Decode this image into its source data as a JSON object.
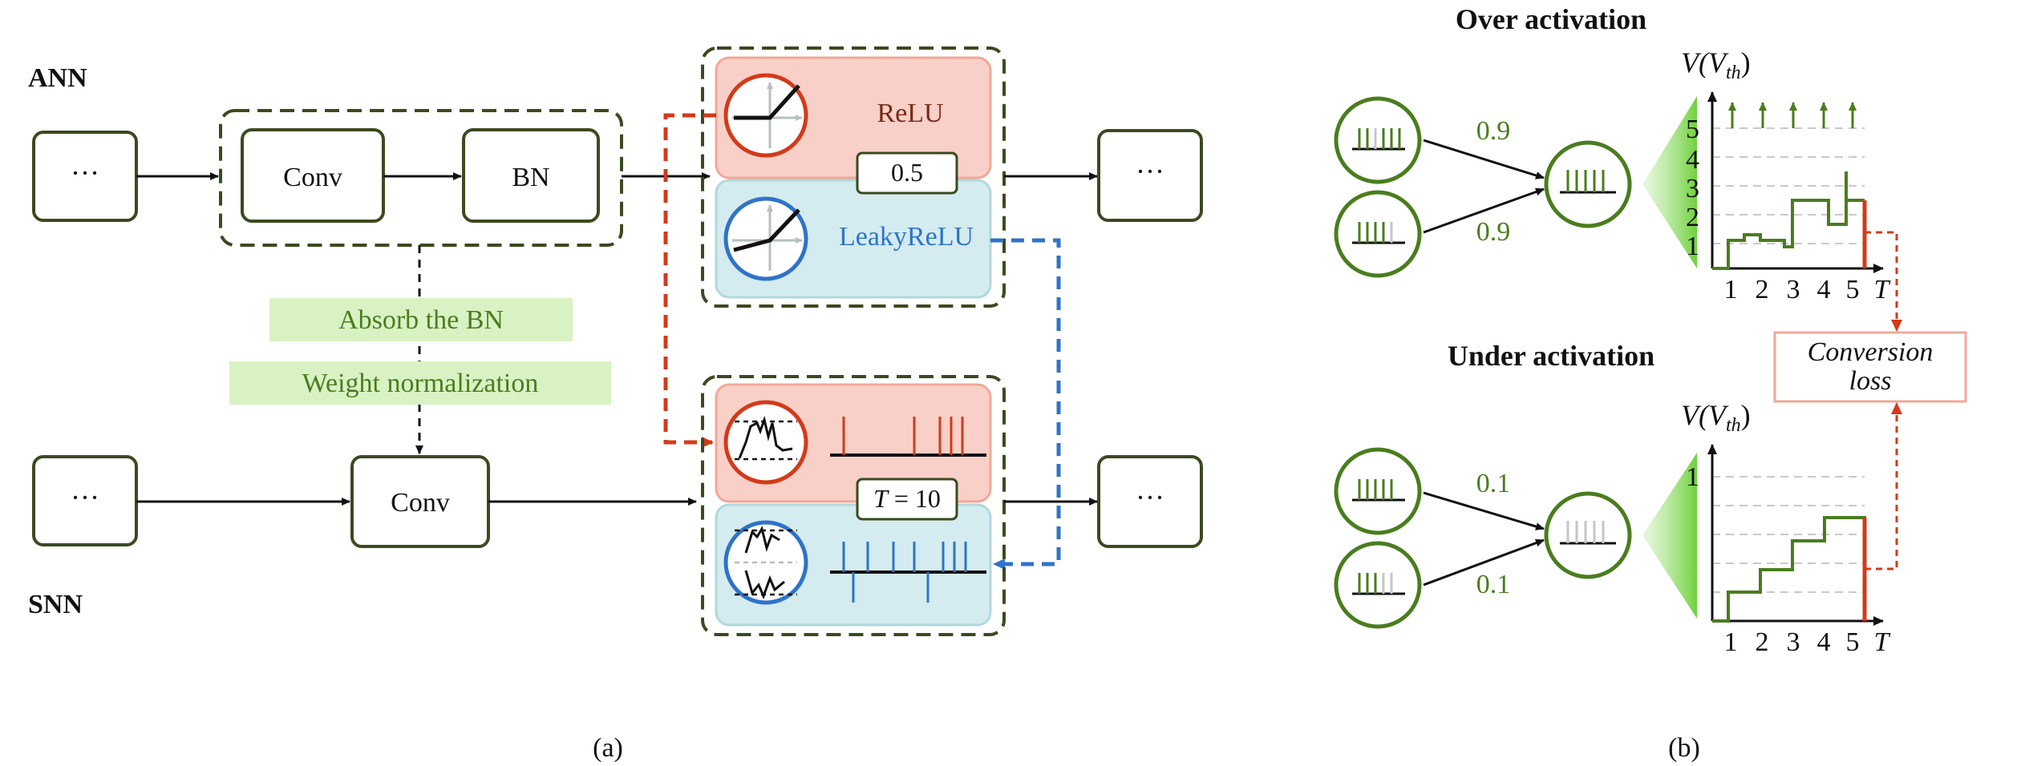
{
  "panel_a": {
    "ann_label": "ANN",
    "snn_label": "SNN",
    "ellipsis": "···",
    "conv": "Conv",
    "bn": "BN",
    "relu": "ReLU",
    "leaky_relu": "LeakyReLU",
    "threshold_value": "0.5",
    "absorb_bn": "Absorb the BN",
    "weight_norm": "Weight normalization",
    "timesteps_var": "T",
    "timesteps_eq": " = 10",
    "caption": "(a)"
  },
  "panel_b": {
    "over_title": "Over activation",
    "under_title": "Under activation",
    "over_weights": [
      "0.9",
      "0.9"
    ],
    "under_weights": [
      "0.1",
      "0.1"
    ],
    "yaxis_v": "V(",
    "yaxis_sub_v": "V",
    "yaxis_sub_th": "th",
    "yaxis_close": ")",
    "over_y_ticks": [
      "1",
      "2",
      "3",
      "4",
      "5"
    ],
    "under_y_ticks": [
      "1"
    ],
    "x_ticks": [
      "1",
      "2",
      "3",
      "4",
      "5"
    ],
    "x_axis_label": "T",
    "conversion_loss_line1": "Conversion",
    "conversion_loss_line2": "loss",
    "caption": "(b)"
  },
  "colors": {
    "dark_olive": "#3b4a1f",
    "green": "#4a7d1e",
    "relu_bg": "#f8d0c8",
    "relu_border": "#f0a898",
    "leaky_bg": "#d4ecef",
    "leaky_border": "#b0d8de",
    "red": "#d33a1a",
    "blue": "#2f73c8",
    "label_bg": "#d9f2c4",
    "text_green": "#4a7d1e",
    "relu_text": "#7a2a1a"
  }
}
